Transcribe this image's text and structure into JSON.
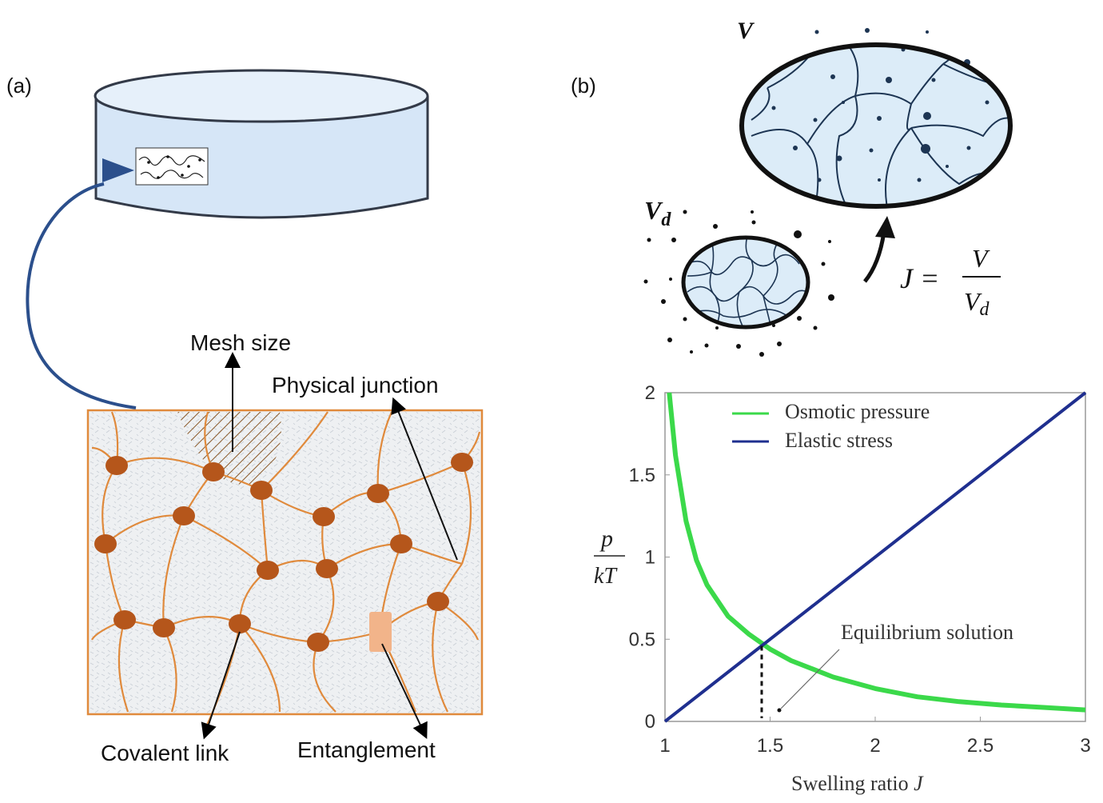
{
  "panel_a": {
    "label": "(a)",
    "labels": {
      "mesh_size": "Mesh size",
      "physical_junction": "Physical junction",
      "covalent_link": "Covalent link",
      "entanglement": "Entanglement"
    }
  },
  "panel_b": {
    "label": "(b)",
    "swollen_volume": "V",
    "dry_volume_main": "V",
    "dry_volume_sub": "d",
    "equation": {
      "lhs": "J =",
      "numerator": "V",
      "denominator_main": "V",
      "denominator_sub": "d"
    }
  },
  "colors": {
    "gel_fill": "#d6e6f7",
    "gel_stroke": "#4a6fa5",
    "network_line": "#e08a3c",
    "crosslink_node": "#b5561b",
    "entanglement_block": "#f2b48a",
    "ellipse_fill": "#dcecf8",
    "osmotic": "#3bd94a",
    "elastic": "#1f2f8f"
  },
  "chart_data": {
    "type": "line",
    "xlabel": "Swelling ratio",
    "xlabel_symbol": "J",
    "ylabel_top": "p",
    "ylabel_bottom": "kT",
    "xlim": [
      1,
      3
    ],
    "ylim": [
      0,
      2
    ],
    "xticks": [
      "1",
      "1.5",
      "2",
      "2.5",
      "3"
    ],
    "yticks": [
      "0",
      "0.5",
      "1",
      "1.5",
      "2"
    ],
    "legend_position": "top-left",
    "grid": false,
    "series": [
      {
        "name": "Osmotic pressure",
        "color": "#3bd94a",
        "x": [
          1.02,
          1.05,
          1.1,
          1.15,
          1.2,
          1.3,
          1.4,
          1.5,
          1.6,
          1.7,
          1.8,
          2.0,
          2.2,
          2.4,
          2.6,
          2.8,
          3.0
        ],
        "y": [
          2.0,
          1.62,
          1.22,
          0.98,
          0.83,
          0.64,
          0.53,
          0.44,
          0.37,
          0.32,
          0.27,
          0.2,
          0.15,
          0.12,
          0.1,
          0.085,
          0.07
        ]
      },
      {
        "name": "Elastic stress",
        "color": "#1f2f8f",
        "x": [
          1,
          3
        ],
        "y": [
          0,
          2
        ]
      }
    ],
    "annotation": {
      "text": "Equilibrium solution",
      "x": 1.46,
      "y": 0.46
    }
  }
}
